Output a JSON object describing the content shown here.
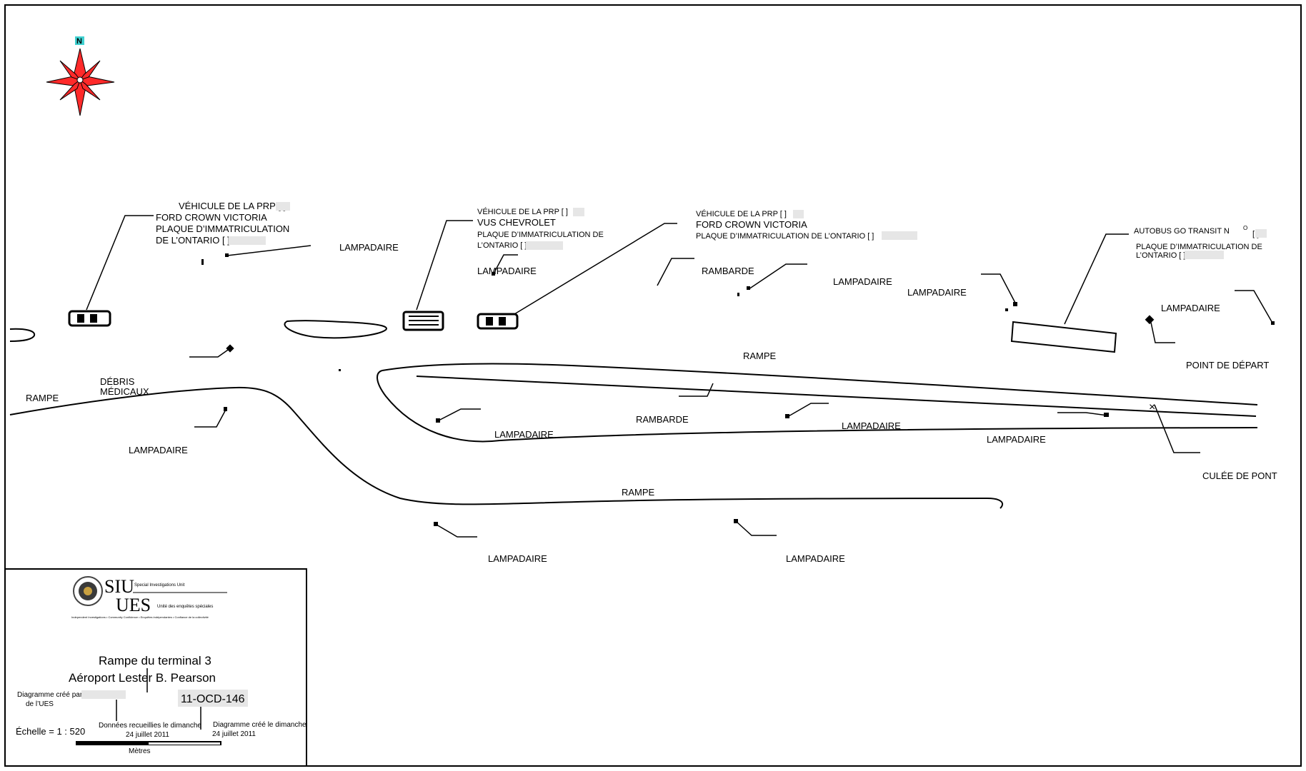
{
  "compass": {
    "north_label": "N",
    "color": "#ff2a2a",
    "icon": "compass-rose-icon"
  },
  "labels": {
    "vehicle1": [
      "VÉHICULE DE LA PRP [      ]",
      "FORD  CROWN  VICTORIA",
      "PLAQUE D’IMMATRICULATION",
      "DE L’ONTARIO [              ]"
    ],
    "vehicle2": [
      "VÉHICULE DE LA PRP [     ]",
      "VUS CHEVROLET",
      "PLAQUE D’IMMATRICULATION DE",
      "L’ONTARIO [              ]"
    ],
    "vehicle3": [
      "VÉHICULE DE LA PRP [     ]",
      "FORD  CROWN  VICTORIA",
      "PLAQUE D’IMMATRICULATION DE L’ONTARIO [              ]"
    ],
    "bus": [
      "AUTOBUS GO TRANSIT N",
      "O",
      "[     ]",
      "PLAQUE D’IMMATRICULATION DE",
      "L’ONTARIO [              ]"
    ],
    "lampadaire": "LAMPADAIRE",
    "rambarde": "RAMBARDE",
    "rampe": "RAMPE",
    "debris": [
      "DÉBRIS",
      "MÉDICAUX"
    ],
    "point_depart": "POINT DE DÉPART",
    "culee": "CULÉE DE PONT"
  },
  "legend": {
    "logo_main": "SIU",
    "logo_sub": "UES",
    "logo_small1": "Special Investigations Unit",
    "logo_small2": "Unité des enquêtes spéciales",
    "tagline": "Independent Investigations • Community Confidence • Enquêtes indépendantes • Confiance de la collectivité",
    "title_line1": "Rampe du terminal 3",
    "title_line2": "Aéroport Lester B. Pearson",
    "created_by": "Diagramme créé par [              ]",
    "created_by2": "de l’UES",
    "case_number": "11-OCD-146",
    "scale": "Échelle = 1 : 520",
    "data_collected": "Données recueillies le dimanche",
    "data_date": "24 juillet 2011",
    "diagram_created": "Diagramme créé le dimanche",
    "diagram_date": "24 juillet 2011",
    "units": "Mètres"
  }
}
